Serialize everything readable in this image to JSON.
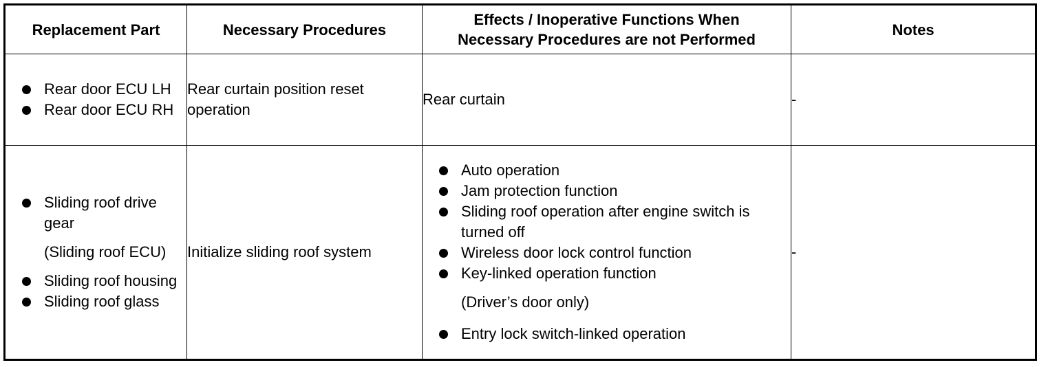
{
  "table": {
    "headers": {
      "replacement_part": "Replacement Part",
      "necessary_procedures": "Necessary Procedures",
      "effects_line1": "Effects / Inoperative Functions When",
      "effects_line2": "Necessary Procedures are not Performed",
      "notes": "Notes"
    },
    "rows": [
      {
        "parts": [
          "Rear door ECU LH",
          "Rear door ECU RH"
        ],
        "procedure": "Rear curtain position reset operation",
        "effects": "Rear curtain",
        "notes": "-"
      },
      {
        "parts_a": [
          "Sliding roof drive gear"
        ],
        "parts_note": "(Sliding roof ECU)",
        "parts_b": [
          "Sliding roof housing",
          "Sliding roof glass"
        ],
        "procedure": "Initialize sliding roof system",
        "effects_a": [
          "Auto operation",
          "Jam protection function",
          "Sliding roof operation after engine switch is turned off",
          "Wireless door lock control function",
          "Key-linked operation function"
        ],
        "effects_note": "(Driver’s door only)",
        "effects_b": [
          "Entry lock switch-linked operation"
        ],
        "notes": "-"
      }
    ]
  }
}
